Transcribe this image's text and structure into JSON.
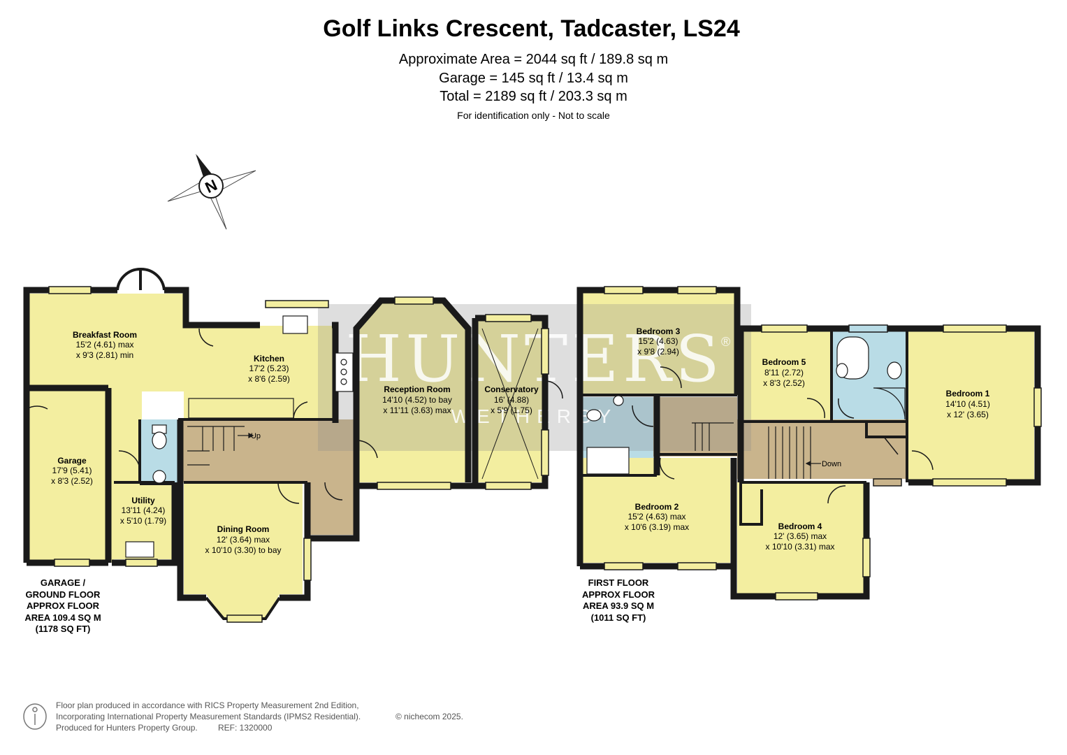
{
  "header": {
    "title": "Golf Links Crescent, Tadcaster, LS24",
    "approx_area": "Approximate Area = 2044 sq ft / 189.8 sq m",
    "garage_area": "Garage = 145 sq ft / 13.4 sq m",
    "total_area": "Total = 2189 sq ft / 203.3 sq m",
    "disclaimer": "For identification only - Not to scale"
  },
  "compass": {
    "label": "N"
  },
  "watermark": {
    "brand": "HUNTERS",
    "registered": "®",
    "branch": "WETHERBY"
  },
  "colors": {
    "room": "#f3eea0",
    "bath": "#b9dce6",
    "hall": "#c9b48c",
    "wall": "#1a1a1a",
    "watermark": "#9a9a9a"
  },
  "ground_floor": {
    "rooms": [
      {
        "id": "breakfast",
        "name": "Breakfast Room",
        "dims": [
          "15'2 (4.61) max",
          "x 9'3 (2.81) min"
        ]
      },
      {
        "id": "kitchen",
        "name": "Kitchen",
        "dims": [
          "17'2 (5.23)",
          "x 8'6 (2.59)"
        ]
      },
      {
        "id": "garage",
        "name": "Garage",
        "dims": [
          "17'9 (5.41)",
          "x 8'3 (2.52)"
        ]
      },
      {
        "id": "utility",
        "name": "Utility",
        "dims": [
          "13'11 (4.24)",
          "x 5'10 (1.79)"
        ]
      },
      {
        "id": "dining",
        "name": "Dining Room",
        "dims": [
          "12' (3.64) max",
          "x 10'10 (3.30) to bay"
        ]
      },
      {
        "id": "reception",
        "name": "Reception Room",
        "dims": [
          "14'10 (4.52) to bay",
          "x 11'11 (3.63) max"
        ]
      },
      {
        "id": "conservatory",
        "name": "Conservatory",
        "dims": [
          "16' (4.88)",
          "x 5'9 (1.75)"
        ]
      }
    ],
    "stair_label": "Up",
    "area_label": [
      "GARAGE /",
      "GROUND FLOOR",
      "APPROX FLOOR",
      "AREA 109.4 SQ M",
      "(1178 SQ FT)"
    ]
  },
  "first_floor": {
    "rooms": [
      {
        "id": "bed3",
        "name": "Bedroom 3",
        "dims": [
          "15'2 (4.63)",
          "x 9'8 (2.94)"
        ]
      },
      {
        "id": "bed5",
        "name": "Bedroom 5",
        "dims": [
          "8'11 (2.72)",
          "x 8'3 (2.52)"
        ]
      },
      {
        "id": "bed1",
        "name": "Bedroom 1",
        "dims": [
          "14'10 (4.51)",
          "x 12' (3.65)"
        ]
      },
      {
        "id": "bed2",
        "name": "Bedroom 2",
        "dims": [
          "15'2 (4.63) max",
          "x 10'6 (3.19) max"
        ]
      },
      {
        "id": "bed4",
        "name": "Bedroom 4",
        "dims": [
          "12' (3.65) max",
          "x 10'10 (3.31) max"
        ]
      }
    ],
    "stair_label": "Down",
    "area_label": [
      "FIRST FLOOR",
      "APPROX FLOOR",
      "AREA 93.9 SQ M",
      "(1011 SQ FT)"
    ]
  },
  "footer": {
    "line1": "Floor plan produced in accordance with RICS Property Measurement 2nd Edition,",
    "line2": "Incorporating International Property Measurement Standards (IPMS2 Residential).",
    "copyright": "© nichecom 2025.",
    "line3_a": "Produced for Hunters Property Group.",
    "line3_b": "REF: 1320000"
  }
}
